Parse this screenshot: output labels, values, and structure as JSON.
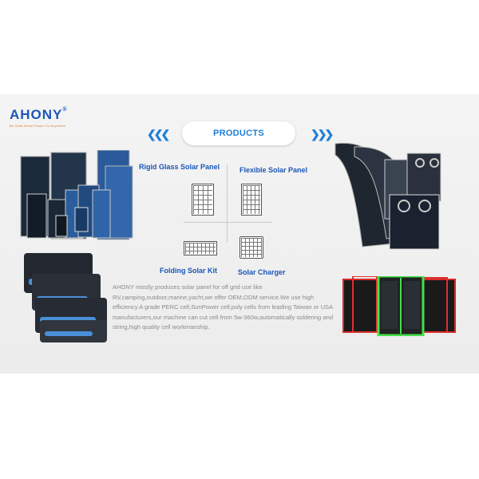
{
  "brand": {
    "name": "AHONY",
    "registered": "®",
    "tagline": "Be Solar Boost Power Go Anywhere",
    "color": "#1a56b8",
    "tagline_color": "#e0802a"
  },
  "header": {
    "title": "PRODUCTS",
    "left_arrows": "❮❮❮",
    "right_arrows": "❯❯❯",
    "accent": "#1e7fd8"
  },
  "categories": {
    "rigid": "Rigid Glass Solar Panel",
    "flexible": "Flexible Solar Panel",
    "folding": "Folding Solar Kit",
    "charger": "Solar Charger"
  },
  "description": "AHONY mostly produces solar panel for off grid use like RV,camping,outdoor,marine,yacht,we  offer OEM,ODM service.We use high efficiency A grade PERC cell,SunPower cell,poly cells from leading Taiwan or USA manufacturers,our machine can cut cell from 5w-360w,automatically soldering and string,high quality cell workmanship.",
  "icons": {
    "rigid": "rigid-panel-icon",
    "flexible": "flexible-panel-icon",
    "folding": "folding-kit-icon",
    "charger": "solar-charger-icon"
  }
}
